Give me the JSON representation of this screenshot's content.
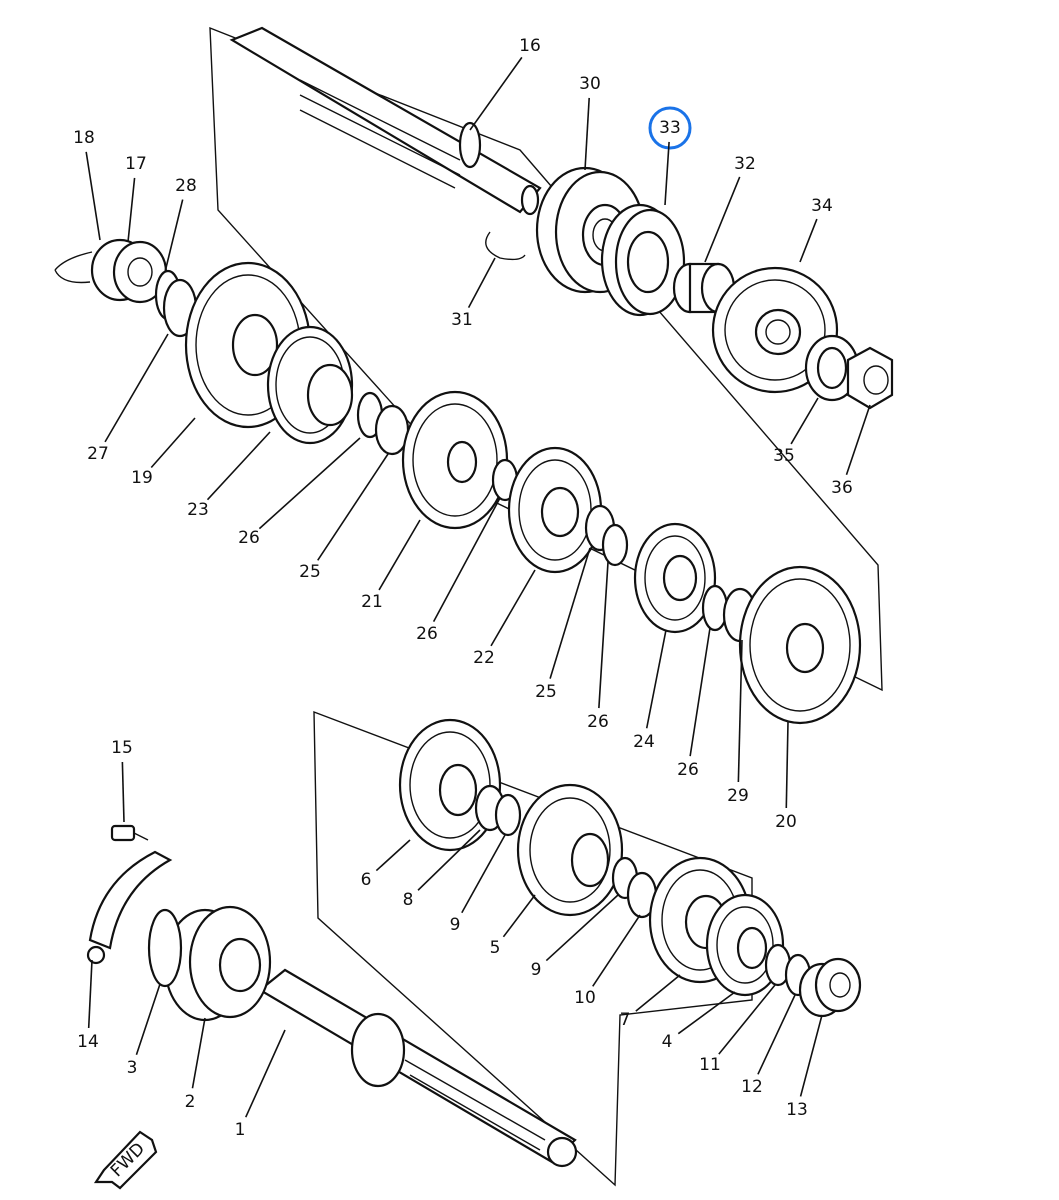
{
  "diagram": {
    "highlight_color": "#1a73e8",
    "ink_color": "#111111",
    "fwd_label": "FWD",
    "highlighted_part": "33",
    "parts": [
      "1",
      "2",
      "3",
      "4",
      "5",
      "6",
      "7",
      "8",
      "9",
      "9",
      "10",
      "11",
      "12",
      "13",
      "14",
      "15",
      "16",
      "17",
      "18",
      "19",
      "20",
      "21",
      "22",
      "23",
      "24",
      "25",
      "25",
      "26",
      "26",
      "26",
      "26",
      "27",
      "28",
      "29",
      "30",
      "31",
      "32",
      "33",
      "34",
      "35",
      "36"
    ]
  }
}
